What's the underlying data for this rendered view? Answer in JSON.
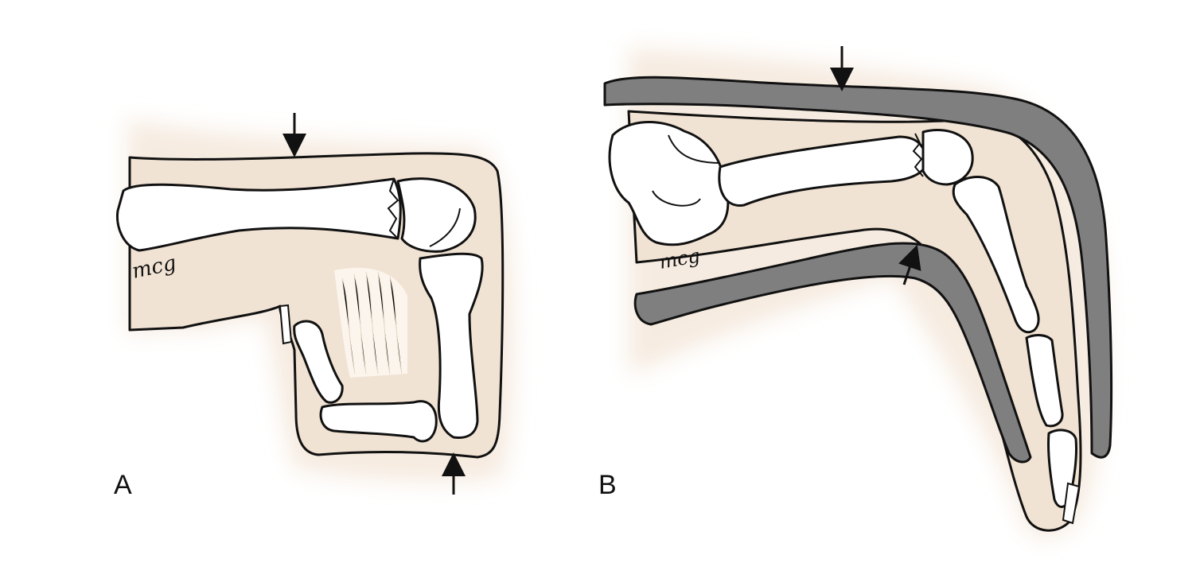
{
  "panels": [
    {
      "label": "A"
    },
    {
      "label": "B"
    }
  ],
  "signature": "mcg",
  "colors": {
    "skin": "#f1e3d3",
    "skin_glow": "#f6ebe0",
    "bone": "#ffffff",
    "outline": "#111111",
    "splint": "#7f7f7f"
  },
  "icons": [
    "down-arrow-icon",
    "up-arrow-icon"
  ]
}
